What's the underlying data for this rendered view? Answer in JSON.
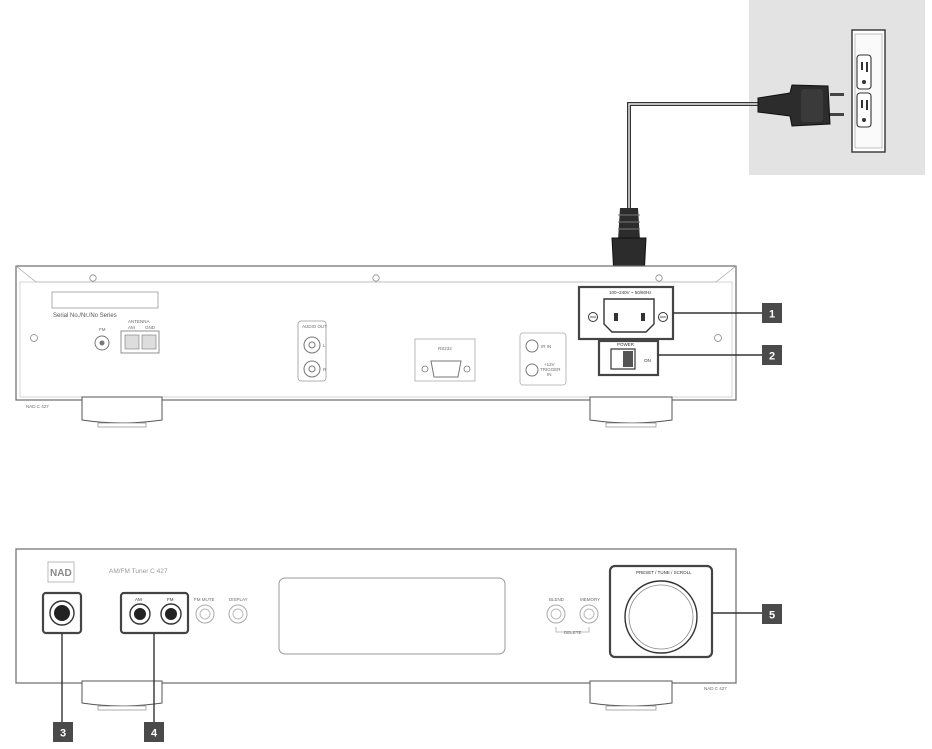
{
  "callouts": [
    "1",
    "2",
    "3",
    "4",
    "5"
  ],
  "rear_panel": {
    "serial_label": "Serial No./Nr./No Series",
    "antenna_label": "ANTENNA",
    "fm_label": "FM",
    "am_label": "AM",
    "gnd_label": "GND",
    "audio_out_label": "AUDIO OUT",
    "audio_l": "L",
    "audio_r": "R",
    "rs232_label": "RS232",
    "ir_in_label": "IR IN",
    "trigger_label_1": "+12V",
    "trigger_label_2": "TRIGGER",
    "trigger_label_3": "IN",
    "ac_rating": "100~240V ~ 50/60Hz",
    "power_label": "POWER",
    "power_on": "ON",
    "model_small": "NAD C 427"
  },
  "front_panel": {
    "brand": "NAD",
    "model_title": "AM/FM Tuner C 427",
    "am_label": "AM",
    "fm_label": "FM",
    "fm_mute_label": "FM MUTE",
    "display_label": "DISPLAY",
    "blend_label": "BLEND",
    "memory_label": "MEMORY",
    "delete_label": "DELETE",
    "knob_label": "PRESET / TUNE / SCROLL",
    "model_small": "NAD C 427"
  },
  "colors": {
    "callout_bg": "#4a4a4a",
    "wall_bg": "#e3e3e3",
    "outline": "#5a5a5a"
  }
}
